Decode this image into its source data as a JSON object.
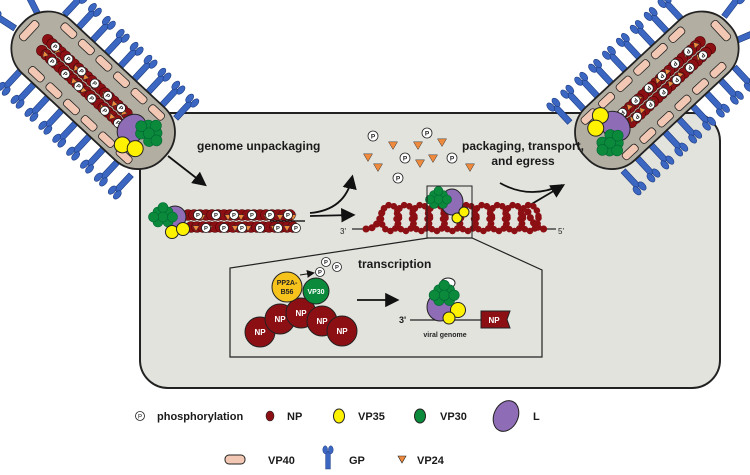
{
  "labels": {
    "genome_unpackaging": "genome unpackaging",
    "packaging_line1": "packaging, transport,",
    "packaging_line2": "and egress",
    "transcription": "transcription",
    "three_prime": "3'",
    "five_prime": "5'",
    "viral_genome": "viral genome",
    "pp2a_line1": "PP2A-",
    "pp2a_line2": "B56",
    "vp30": "VP30",
    "np": "NP",
    "phospho_symbol": "P"
  },
  "legend": {
    "row1": [
      {
        "key": "phosphorylation",
        "label": "phosphorylation"
      },
      {
        "key": "np",
        "label": "NP"
      },
      {
        "key": "vp35",
        "label": "VP35"
      },
      {
        "key": "vp30",
        "label": "VP30"
      },
      {
        "key": "l",
        "label": "L"
      }
    ],
    "row2": [
      {
        "key": "vp40",
        "label": "VP40"
      },
      {
        "key": "gp",
        "label": "GP"
      },
      {
        "key": "vp24",
        "label": "VP24"
      }
    ]
  },
  "colors": {
    "cell": "#e3e3de",
    "virion": "#b3ae a2",
    "vp40": "#f2c8b4",
    "np": "#8c0f14",
    "vp35": "#fff200",
    "vp30": "#0b8a3c",
    "l": "#8f6db6",
    "gp": "#3b67c2",
    "vp24": "#ef8a3d",
    "pp2a": "#f6c21c"
  }
}
